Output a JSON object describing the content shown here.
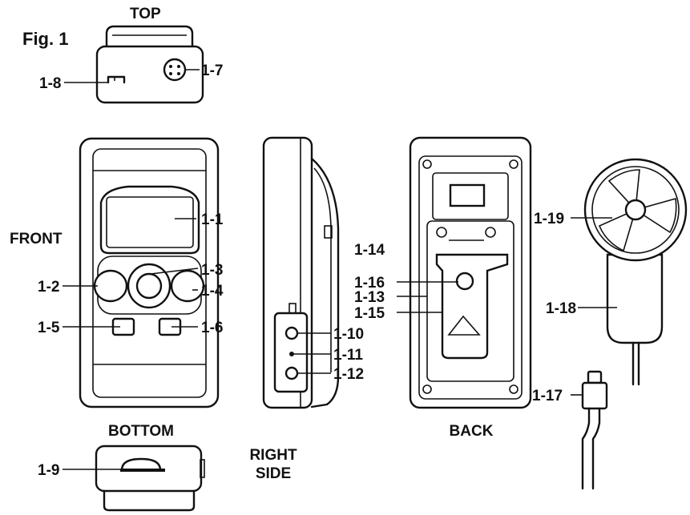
{
  "figure": {
    "title": "Fig. 1"
  },
  "views": {
    "top": "TOP",
    "front": "FRONT",
    "bottom": "BOTTOM",
    "right_side_line1": "RIGHT",
    "right_side_line2": "SIDE",
    "back": "BACK"
  },
  "callouts": {
    "c1_1": "1-1",
    "c1_2": "1-2",
    "c1_3": "1-3",
    "c1_4": "1-4",
    "c1_5": "1-5",
    "c1_6": "1-6",
    "c1_7": "1-7",
    "c1_8": "1-8",
    "c1_9": "1-9",
    "c1_10": "1-10",
    "c1_11": "1-11",
    "c1_12": "1-12",
    "c1_13": "1-13",
    "c1_14": "1-14",
    "c1_15": "1-15",
    "c1_16": "1-16",
    "c1_17": "1-17",
    "c1_18": "1-18",
    "c1_19": "1-19"
  }
}
